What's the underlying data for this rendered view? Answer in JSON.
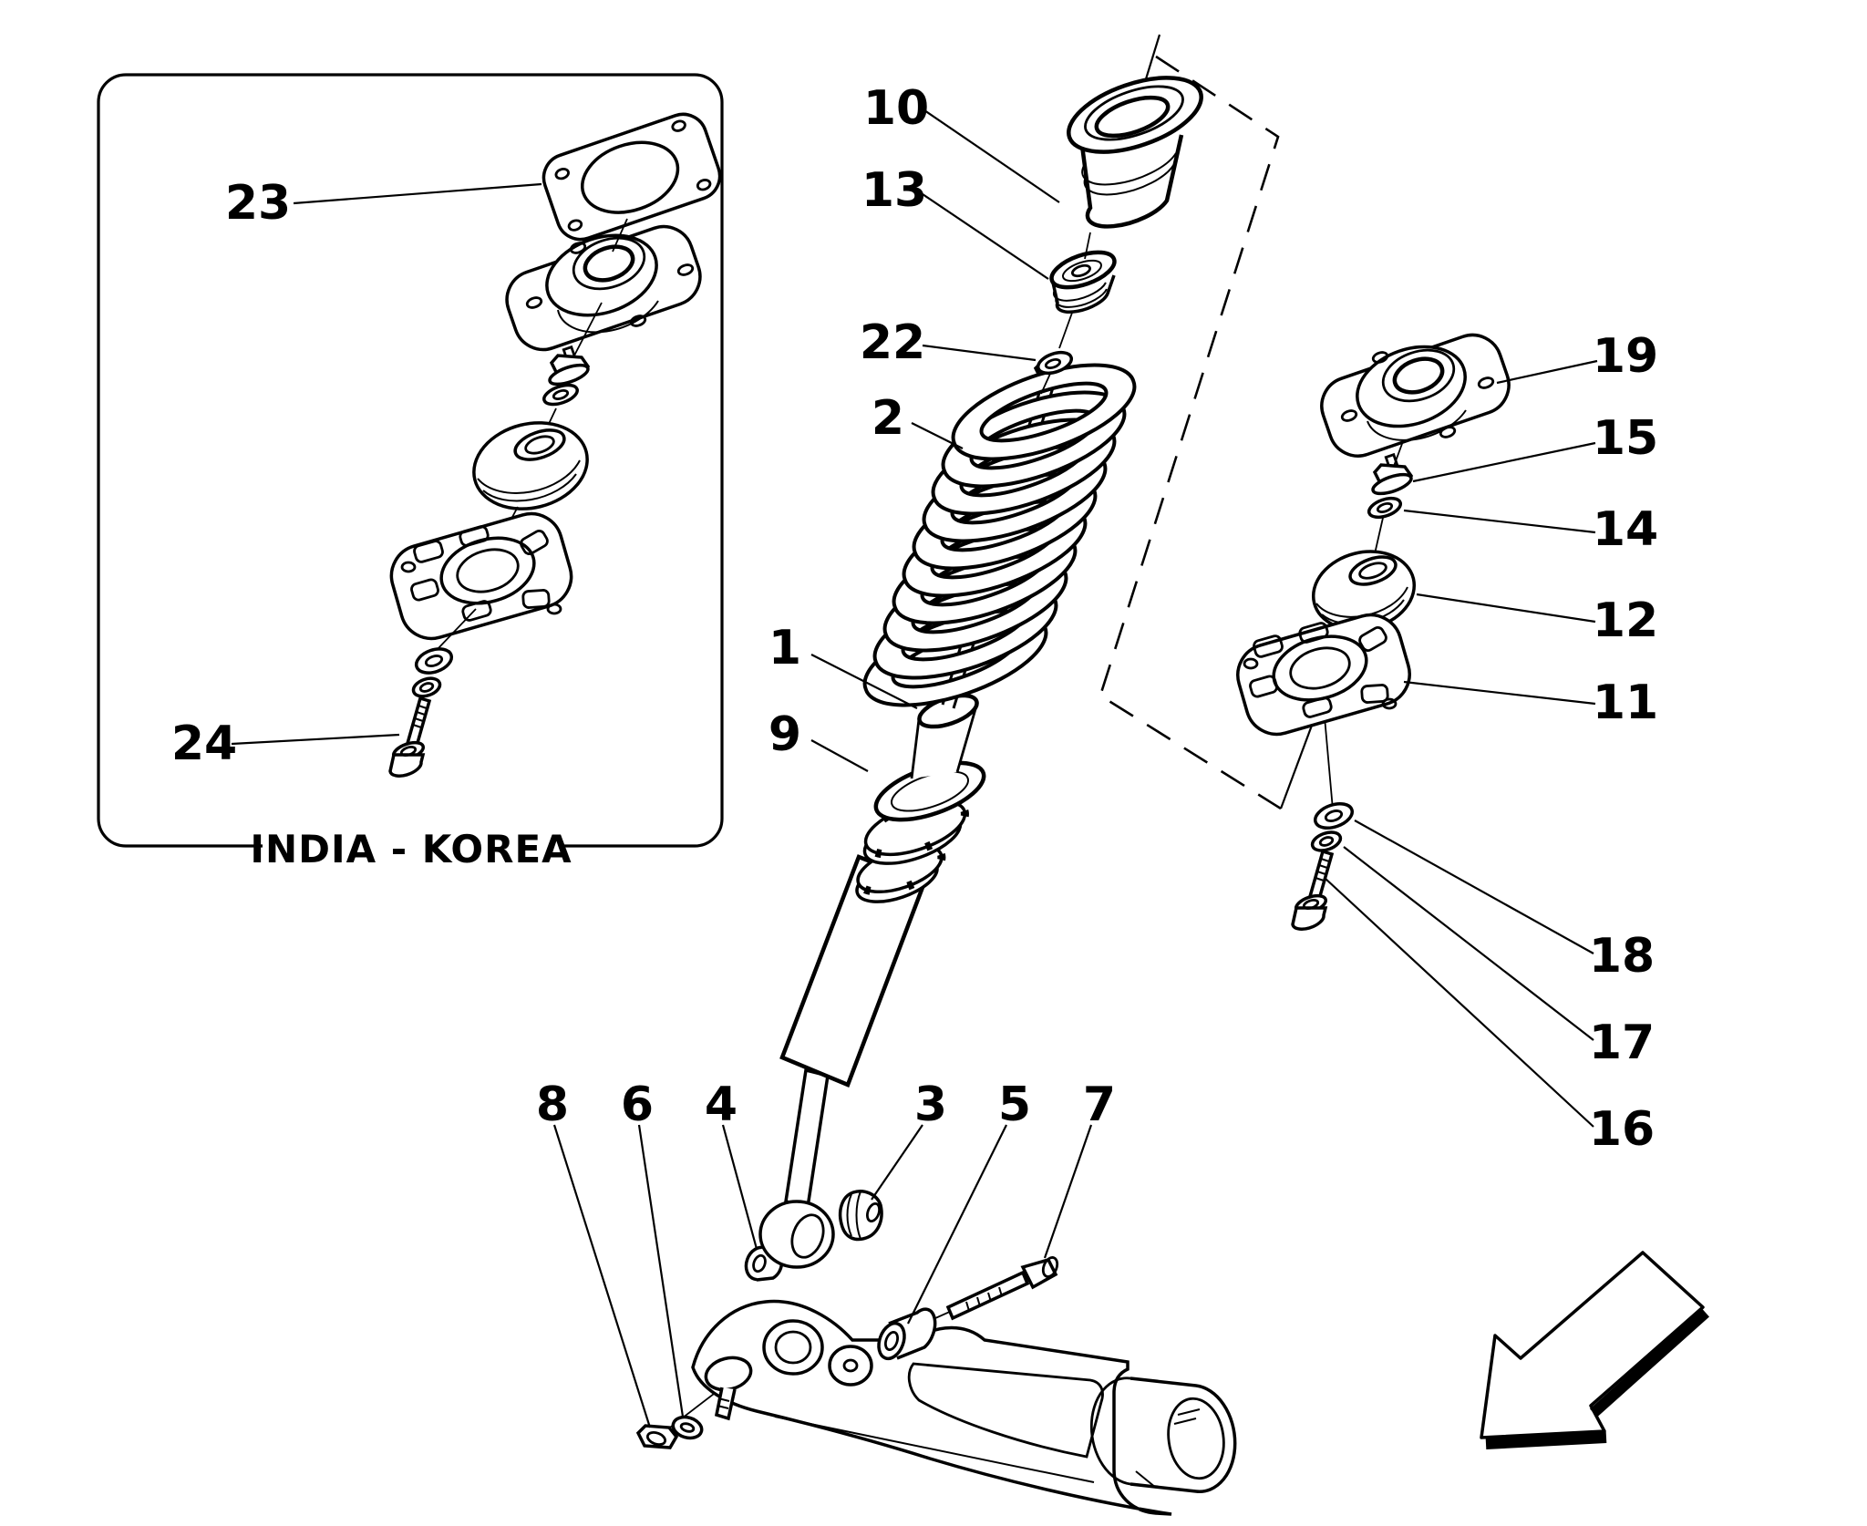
{
  "figure": {
    "background_color": "#ffffff",
    "line_color": "#000000",
    "inset_label": "INDIA - KOREA"
  },
  "icons": {
    "direction_arrow": "thick-arrow-pointing-down-left"
  },
  "callouts": {
    "n1": {
      "text": "1"
    },
    "n2": {
      "text": "2"
    },
    "n3": {
      "text": "3"
    },
    "n4": {
      "text": "4"
    },
    "n5": {
      "text": "5"
    },
    "n6": {
      "text": "6"
    },
    "n7": {
      "text": "7"
    },
    "n8": {
      "text": "8"
    },
    "n9": {
      "text": "9"
    },
    "n10": {
      "text": "10"
    },
    "n11": {
      "text": "11"
    },
    "n12": {
      "text": "12"
    },
    "n13": {
      "text": "13"
    },
    "n14": {
      "text": "14"
    },
    "n15": {
      "text": "15"
    },
    "n16": {
      "text": "16"
    },
    "n17": {
      "text": "17"
    },
    "n18": {
      "text": "18"
    },
    "n19": {
      "text": "19"
    },
    "n22": {
      "text": "22"
    },
    "n23": {
      "text": "23"
    },
    "n24": {
      "text": "24"
    }
  }
}
